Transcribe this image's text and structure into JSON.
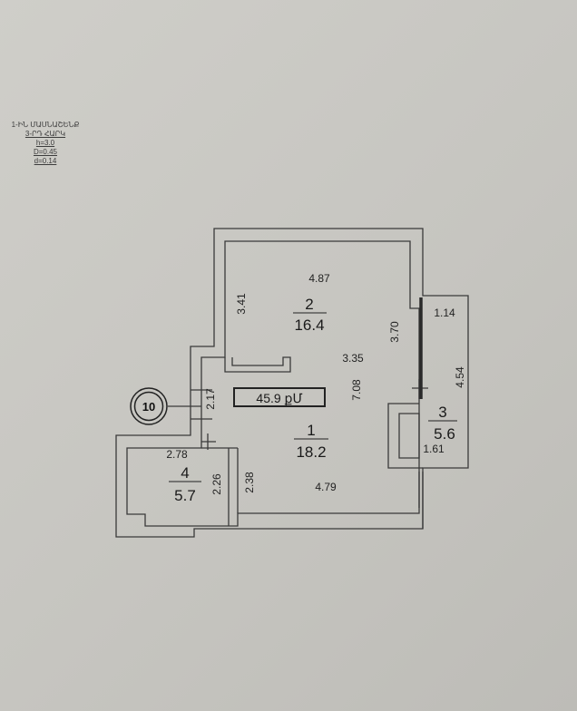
{
  "legend": {
    "line1": "1-ԻՆ ՄԱՍՆԱՇԵՆՔ",
    "line2": "3-ՐԴ ՀԱՐԿ",
    "line3": "h=3.0",
    "line4": "D=0.45",
    "line5": "d=0.14"
  },
  "plan": {
    "flat_number": "10",
    "total_area": "45.9 քՄ",
    "rooms": [
      {
        "number": "1",
        "area": "18.2"
      },
      {
        "number": "2",
        "area": "16.4"
      },
      {
        "number": "3",
        "area": "5.6"
      },
      {
        "number": "4",
        "area": "5.7"
      }
    ],
    "dimensions": {
      "d_4_87": "4.87",
      "d_3_41": "3.41",
      "d_3_70": "3.70",
      "d_1_14": "1.14",
      "d_3_35": "3.35",
      "d_7_08": "7.08",
      "d_4_54": "4.54",
      "d_2_17": "2.17",
      "d_1_61": "1.61",
      "d_2_78": "2.78",
      "d_2_26": "2.26",
      "d_2_38": "2.38",
      "d_4_79": "4.79"
    }
  },
  "colors": {
    "paper": "#c9c8c3",
    "wall": "#3a3a3a",
    "wall_fill": "#dcdbd6"
  }
}
